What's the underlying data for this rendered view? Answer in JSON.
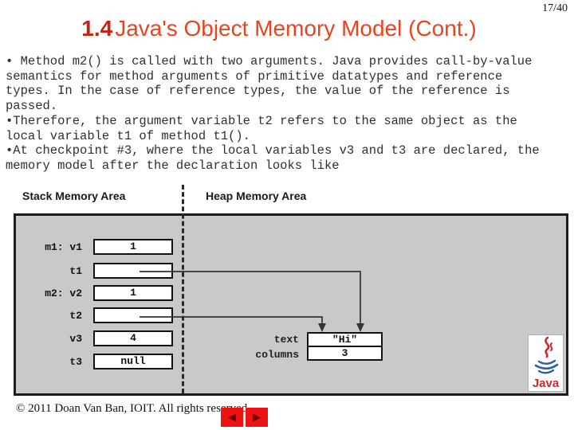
{
  "page_number": "17/40",
  "title": {
    "number": "1.4",
    "rest": "Java's Object Memory Model (Cont.)"
  },
  "body": {
    "text": "• Method m2() is called with two arguments. Java provides call-by-value\nsemantics for method arguments of primitive datatypes and reference\ntypes. In the case of reference types, the value of the reference is\npassed.\n•Therefore, the argument variable t2 refers to the same object as the\nlocal variable t1 of method t1().\n•At checkpoint #3, where the local variables v3 and t3 are declared, the\nmemory model after the declaration looks like"
  },
  "diagram": {
    "stack_header": "Stack Memory Area",
    "heap_header": "Heap Memory Area",
    "stack": {
      "rows": [
        {
          "label": "m1: v1",
          "value": "1"
        },
        {
          "label": "t1",
          "value": ""
        },
        {
          "label": "m2: v2",
          "value": "1"
        },
        {
          "label": "t2",
          "value": ""
        },
        {
          "label": "v3",
          "value": "4"
        },
        {
          "label": "t3",
          "value": "null"
        }
      ]
    },
    "heap_object": {
      "fields": [
        {
          "label": "text",
          "value": "\"Hi\""
        },
        {
          "label": "columns",
          "value": "3"
        }
      ]
    },
    "java_logo_text": "Java"
  },
  "footer": {
    "copyright": "© 2011 Doan Van Ban, IOIT.  All rights reserved.",
    "prev_icon": "◀",
    "next_icon": "▶"
  },
  "colors": {
    "title_number_red": "#c32310",
    "title_red": "#e8431f",
    "diagram_bg_gray": "#c9c9c9",
    "nav_button_red": "#ee1212",
    "nav_triangle_maroon": "#6b0405",
    "java_logo_red": "#d6242b",
    "java_logo_blue": "#2b5ea7",
    "arrow_dark": "#333333"
  }
}
